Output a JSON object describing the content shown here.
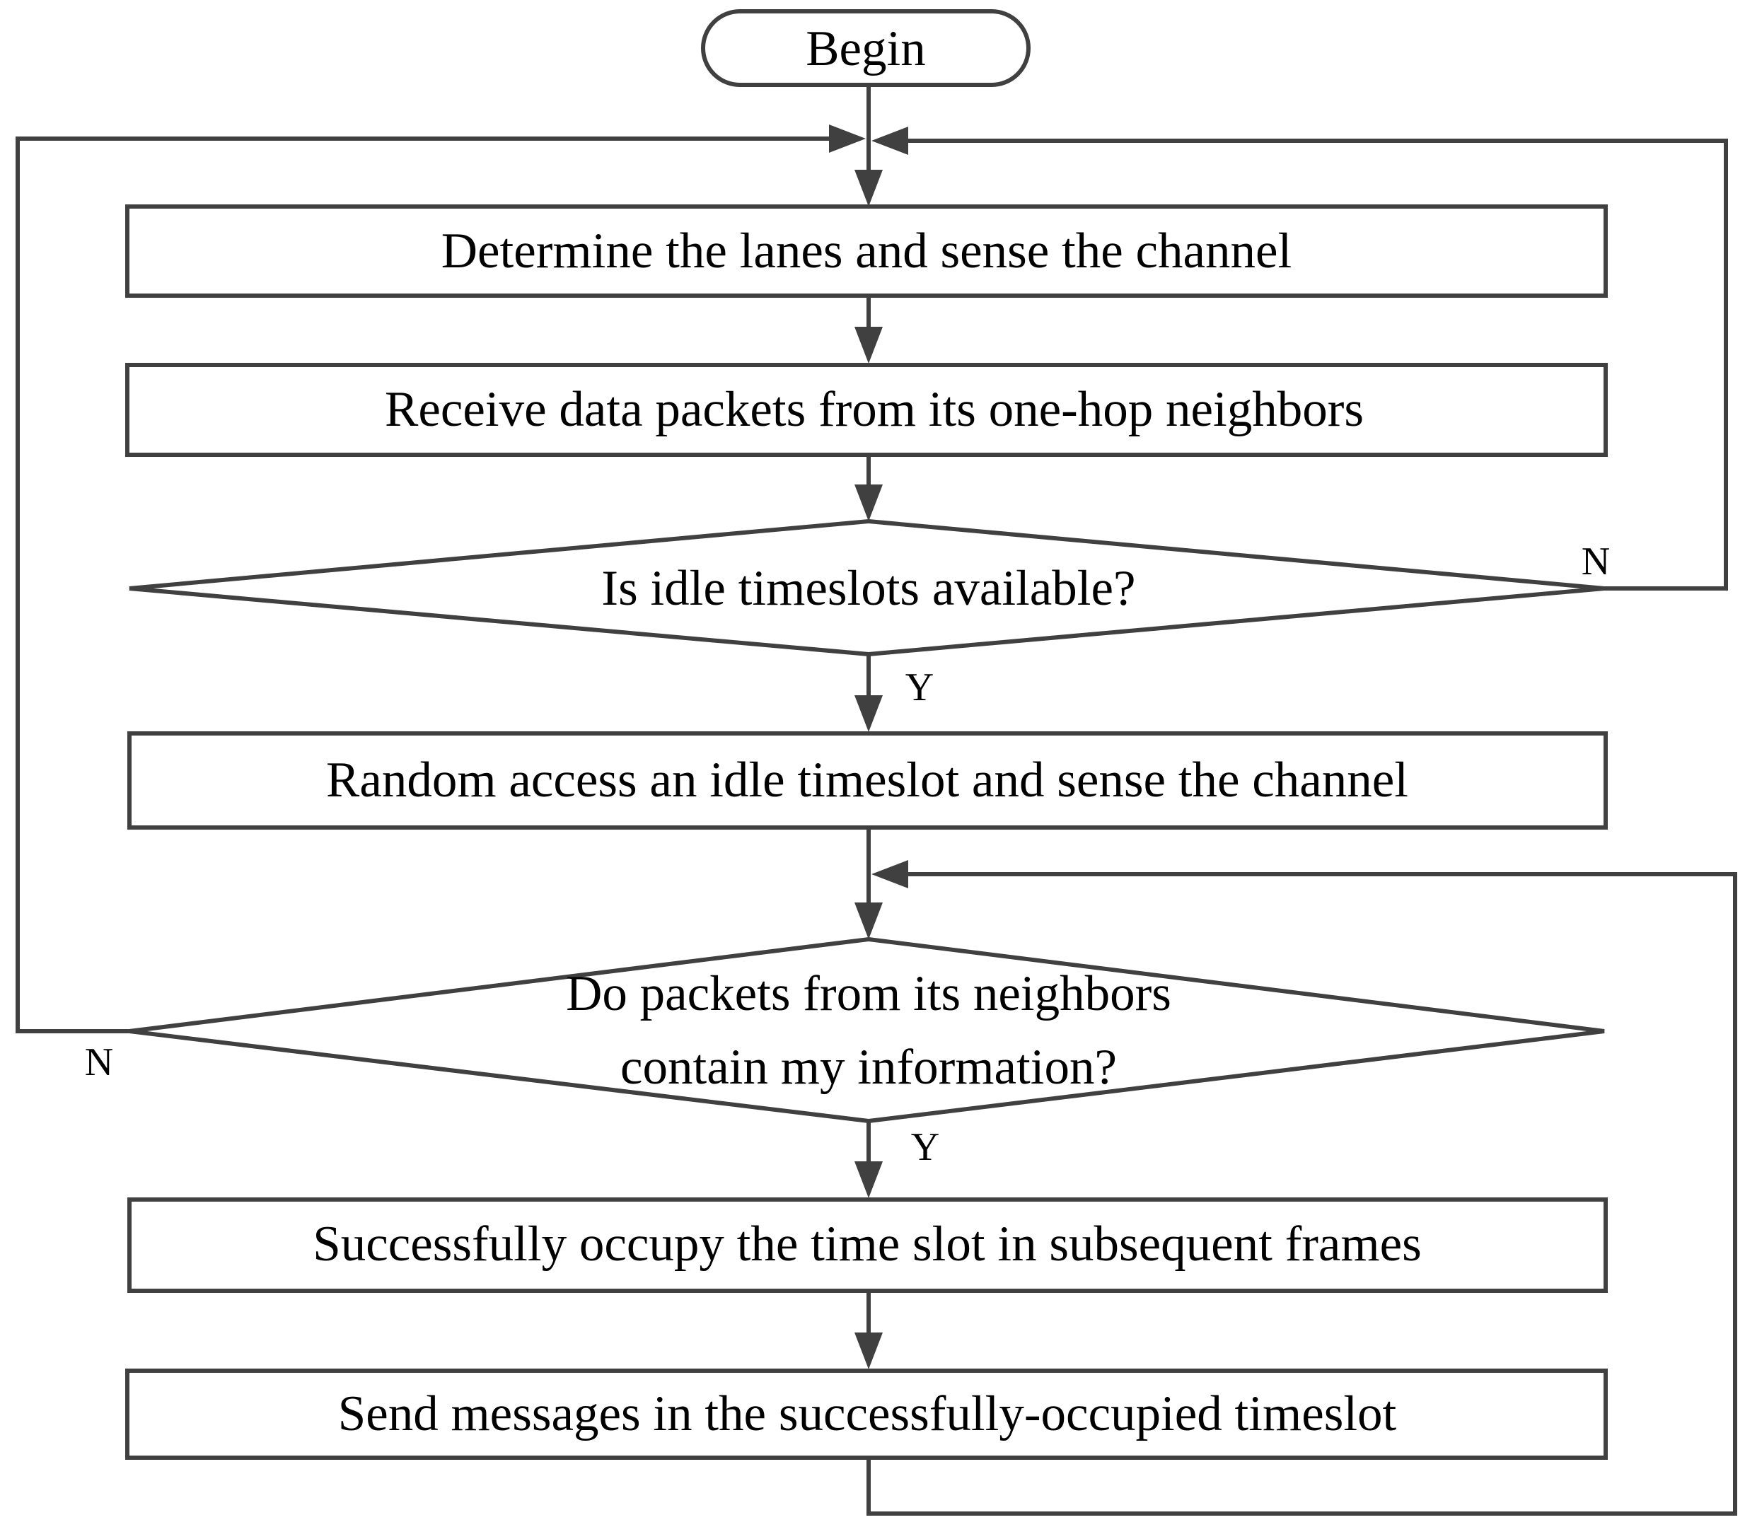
{
  "flowchart": {
    "start": {
      "label": "Begin"
    },
    "steps": [
      {
        "id": "determine-lanes",
        "label": "Determine the lanes and sense the channel"
      },
      {
        "id": "receive-packets",
        "label": "Receive data packets from its one-hop neighbors"
      },
      {
        "id": "random-access",
        "label": "Random access an idle timeslot and sense the channel"
      },
      {
        "id": "occupy-slot",
        "label": "Successfully occupy the time slot in subsequent frames"
      },
      {
        "id": "send-messages",
        "label": "Send messages in the successfully-occupied timeslot"
      }
    ],
    "decisions": [
      {
        "id": "idle-timeslots",
        "lines": [
          "Is idle timeslots available?"
        ],
        "yes": "Y",
        "no": "N"
      },
      {
        "id": "contain-info",
        "lines": [
          "Do packets from its neighbors",
          "contain my information?"
        ],
        "yes": "Y",
        "no": "N"
      }
    ]
  },
  "colors": {
    "line": "#404040",
    "text": "#000000",
    "background": "#ffffff"
  }
}
